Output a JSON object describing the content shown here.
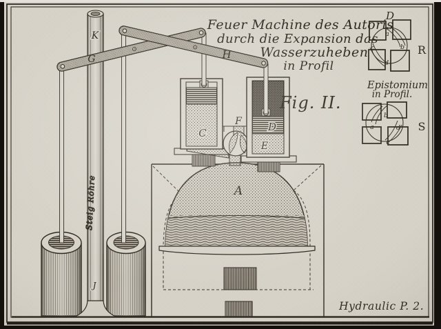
{
  "engraving": {
    "title": {
      "line1": "Feuer Machine des Autoris",
      "line2": "durch die Expansion das",
      "line3": "Wasserzuheben",
      "line4": "in Profil"
    },
    "figure_label": "Fig. II.",
    "epistomium_caption": {
      "line1": "Epistomium",
      "line2": "in Profil."
    },
    "plate_caption": "Hydraulic P. 2.",
    "riser_caption": "Steig Röhre",
    "parts": {
      "riser_top": "K",
      "beam_left": "G",
      "beam_right": "H",
      "boiler": "A",
      "left_cylinder": "C",
      "right_piston": "D",
      "right_chamber": "E",
      "valve": "F",
      "riser_foot": "J"
    },
    "valve_detail_top": {
      "label_above": "D",
      "label_side": "R",
      "port_top": "a",
      "port_right": "b",
      "port_left": "c",
      "port_bottom": "d"
    },
    "valve_detail_bottom": {
      "label_side": "S",
      "port_top": "b",
      "port_left": "a",
      "port_right": "d",
      "port_bottom": "c"
    },
    "colors": {
      "paper": "#d6d2c8",
      "ink": "#2d2820",
      "edge": "#14110d"
    }
  }
}
